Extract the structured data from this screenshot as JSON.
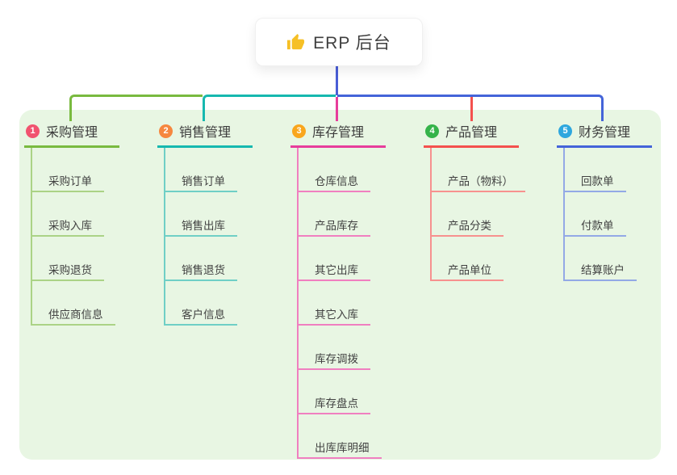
{
  "root": {
    "title": "ERP 后台",
    "icon": "thumbs-up-icon"
  },
  "canvas": {
    "background": "#ffffff",
    "panel_color": "#e8f6e3",
    "root_line_color": "#4a5ed6",
    "icon_color": "#f6c026"
  },
  "branches": [
    {
      "index": "1",
      "label": "采购管理",
      "badge_color": "#f1536f",
      "line_color": "#79ba3f",
      "line_light": "#abd386",
      "items": [
        "采购订单",
        "采购入库",
        "采购退货",
        "供应商信息"
      ]
    },
    {
      "index": "2",
      "label": "销售管理",
      "badge_color": "#f6873f",
      "line_color": "#16b8af",
      "line_light": "#6fcfc6",
      "items": [
        "销售订单",
        "销售出库",
        "销售退货",
        "客户信息"
      ]
    },
    {
      "index": "3",
      "label": "库存管理",
      "badge_color": "#f9a61d",
      "line_color": "#e73d9b",
      "line_light": "#f07fc0",
      "items": [
        "仓库信息",
        "产品库存",
        "其它出库",
        "其它入库",
        "库存调拨",
        "库存盘点",
        "出库库明细"
      ]
    },
    {
      "index": "4",
      "label": "产品管理",
      "badge_color": "#35b34a",
      "line_color": "#f4514e",
      "line_light": "#f7918f",
      "items": [
        "产品（物料）",
        "产品分类",
        "产品单位"
      ]
    },
    {
      "index": "5",
      "label": "财务管理",
      "badge_color": "#2ea7de",
      "line_color": "#4464d9",
      "line_light": "#93a9e6",
      "items": [
        "回款单",
        "付款单",
        "结算账户"
      ]
    }
  ]
}
